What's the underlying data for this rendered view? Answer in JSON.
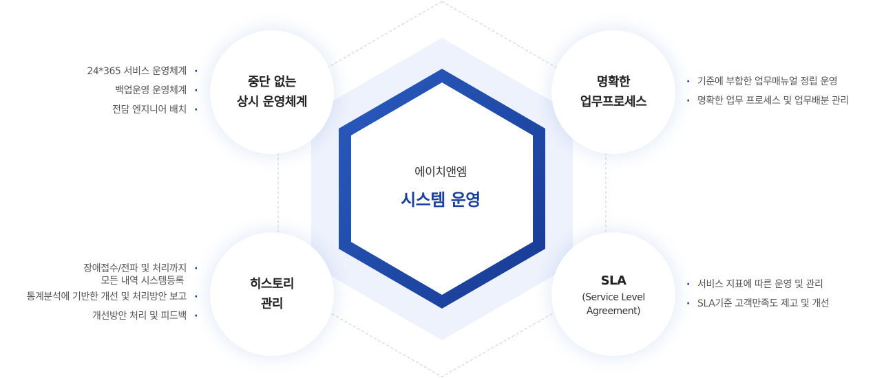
{
  "center": {
    "sub_title": "에이치앤엠",
    "main_title": "시스템 운영"
  },
  "colors": {
    "hex_outer": "#1e4ba6",
    "hex_inner": "#ffffff",
    "hex_glow": "#edf2fc",
    "accent": "#1a3f9c",
    "dash": "#c9ced8"
  },
  "nodes": {
    "top_left": {
      "title_line1": "중단 없는",
      "title_line2": "상시 운영체계"
    },
    "top_right": {
      "title_line1": "명확한",
      "title_line2": "업무프로세스"
    },
    "bottom_left": {
      "title_line1": "히스토리",
      "title_line2": "관리"
    },
    "bottom_right": {
      "title": "SLA",
      "sub_line1": "(Service Level",
      "sub_line2": "Agreement)"
    }
  },
  "lists": {
    "top_left": [
      "24*365 서비스 운영체계",
      "백업운영 운영체계",
      "전담 엔지니어 배치"
    ],
    "top_right": [
      "기준에 부합한 업무매뉴얼 정립 운영",
      "명확한 업무 프로세스 및 업무배분 관리"
    ],
    "bottom_left": {
      "item1_line1": "장애접수/전파 및 처리까지",
      "item1_line2": "모든 내역 시스템등록",
      "item2": "통계분석에 기반한 개선 및 처리방안 보고",
      "item3": "개선방안 처리 및 피드백"
    },
    "bottom_right": [
      "서비스 지표에 따른 운영 및 관리",
      "SLA기준 고객만족도 제고 및 개선"
    ]
  },
  "bullet": "·"
}
